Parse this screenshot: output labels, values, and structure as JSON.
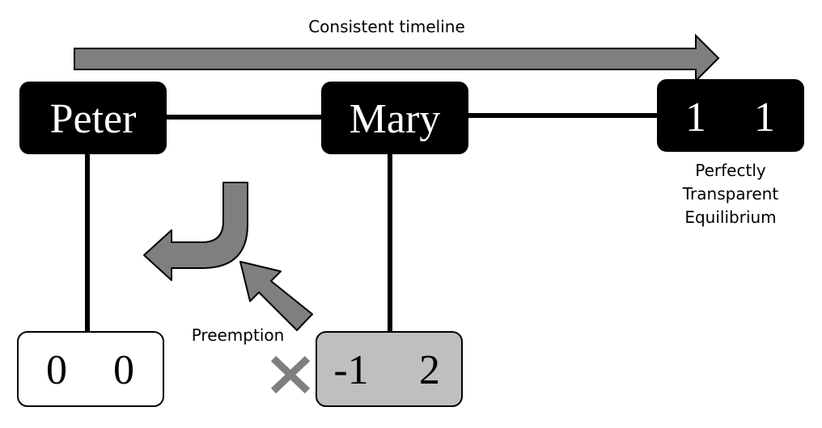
{
  "timeline": {
    "label": "Consistent timeline"
  },
  "nodes": {
    "peter": {
      "label": "Peter"
    },
    "mary": {
      "label": "Mary"
    }
  },
  "outcomes": {
    "transparent": {
      "payoff_left": "1",
      "payoff_right": "1"
    },
    "peter_exit": {
      "payoff_left": "0",
      "payoff_right": "0"
    },
    "mary_exit": {
      "payoff_left": "-1",
      "payoff_right": "2"
    }
  },
  "equilibrium_label": {
    "line1": "Perfectly",
    "line2": "Transparent",
    "line3": "Equilibrium"
  },
  "preemption_label": "Preemption",
  "colors": {
    "node_fill": "#000000",
    "node_text": "#ffffff",
    "arrow_fill": "#7f7f7f",
    "mary_exit_fill": "#bfbfbf",
    "line": "#000000"
  },
  "icons": {
    "timeline_arrow": "right-arrow",
    "bent_arrow": "bent-left-arrow",
    "diagonal_arrow": "up-left-arrow",
    "cross": "x-mark"
  }
}
